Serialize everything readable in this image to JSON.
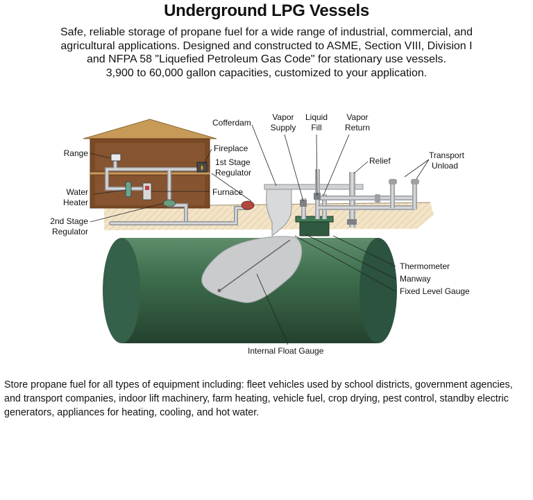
{
  "title": "Underground LPG Vessels",
  "intro": [
    "Safe, reliable storage of propane fuel for a wide range of industrial, commercial, and",
    "agricultural applications. Designed and constructed to ASME, Section VIII, Division I",
    "and NFPA 58 \"Liquefied Petroleum Gas Code\" for stationary use vessels.",
    "3,900 to 60,000 gallon capacities, customized to your application."
  ],
  "labels": {
    "cofferdam": "Cofferdam",
    "vapor_supply": [
      "Vapor",
      "Supply"
    ],
    "liquid_fill": [
      "Liquid",
      "Fill"
    ],
    "vapor_return": [
      "Vapor",
      "Return"
    ],
    "relief": "Relief",
    "transport_unload": [
      "Transport",
      "Unload"
    ],
    "range": "Range",
    "fireplace": "Fireplace",
    "first_stage_regulator": [
      "1st Stage",
      "Regulator"
    ],
    "water_heater": [
      "Water",
      "Heater"
    ],
    "furnace": "Furnace",
    "second_stage_regulator": [
      "2nd Stage",
      "Regulator"
    ],
    "thermometer": "Thermometer",
    "manway": "Manway",
    "fixed_level_gauge": "Fixed Level Gauge",
    "internal_float_gauge": "Internal Float Gauge"
  },
  "colors": {
    "tank_green": "#3f6f4e",
    "house_brown": "#7a4a25",
    "roof": "#c79a58",
    "soil": "#f2e2c6",
    "pipe": "#b9bcbf"
  },
  "footer": "Store propane fuel for all types of equipment including: fleet vehicles used by school districts, government agencies, and transport companies, indoor lift machinery, farm heating, vehicle fuel, crop drying, pest control, standby electric generators, appliances for heating, cooling, and hot water."
}
